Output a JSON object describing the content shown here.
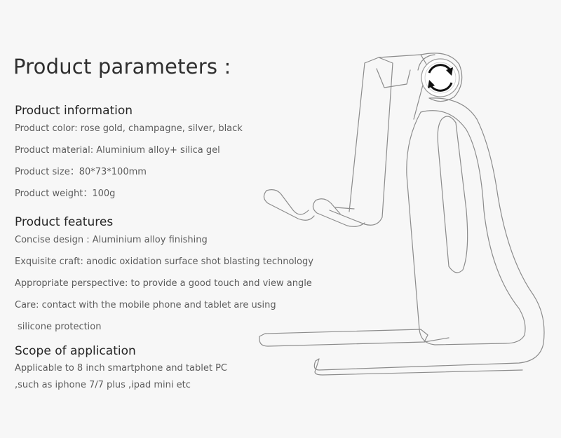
{
  "title": "Product parameters :",
  "info": {
    "heading": "Product information",
    "lines": [
      "Product color: rose gold, champagne, silver, black",
      "Product material: Aluminium alloy+ silica gel",
      "Product size：80*73*100mm",
      "Product weight：100g"
    ]
  },
  "features": {
    "heading": "Product features",
    "lines": [
      "Concise design : Aluminium alloy finishing",
      "Exquisite craft: anodic oxidation surface shot blasting technology",
      "Appropriate perspective: to provide a good touch and view angle",
      "Care: contact with the mobile phone and tablet are using",
      "silicone protection"
    ]
  },
  "scope": {
    "heading": "Scope of application",
    "lines": [
      "Applicable to 8 inch smartphone and tablet PC",
      ",such as iphone 7/7 plus ,ipad mini etc"
    ]
  },
  "colors": {
    "background": "#f7f7f7",
    "outline": "#8a8a8a",
    "text": "#5c5c5c"
  },
  "icons": {
    "rotate": "rotate-arrows-icon"
  }
}
